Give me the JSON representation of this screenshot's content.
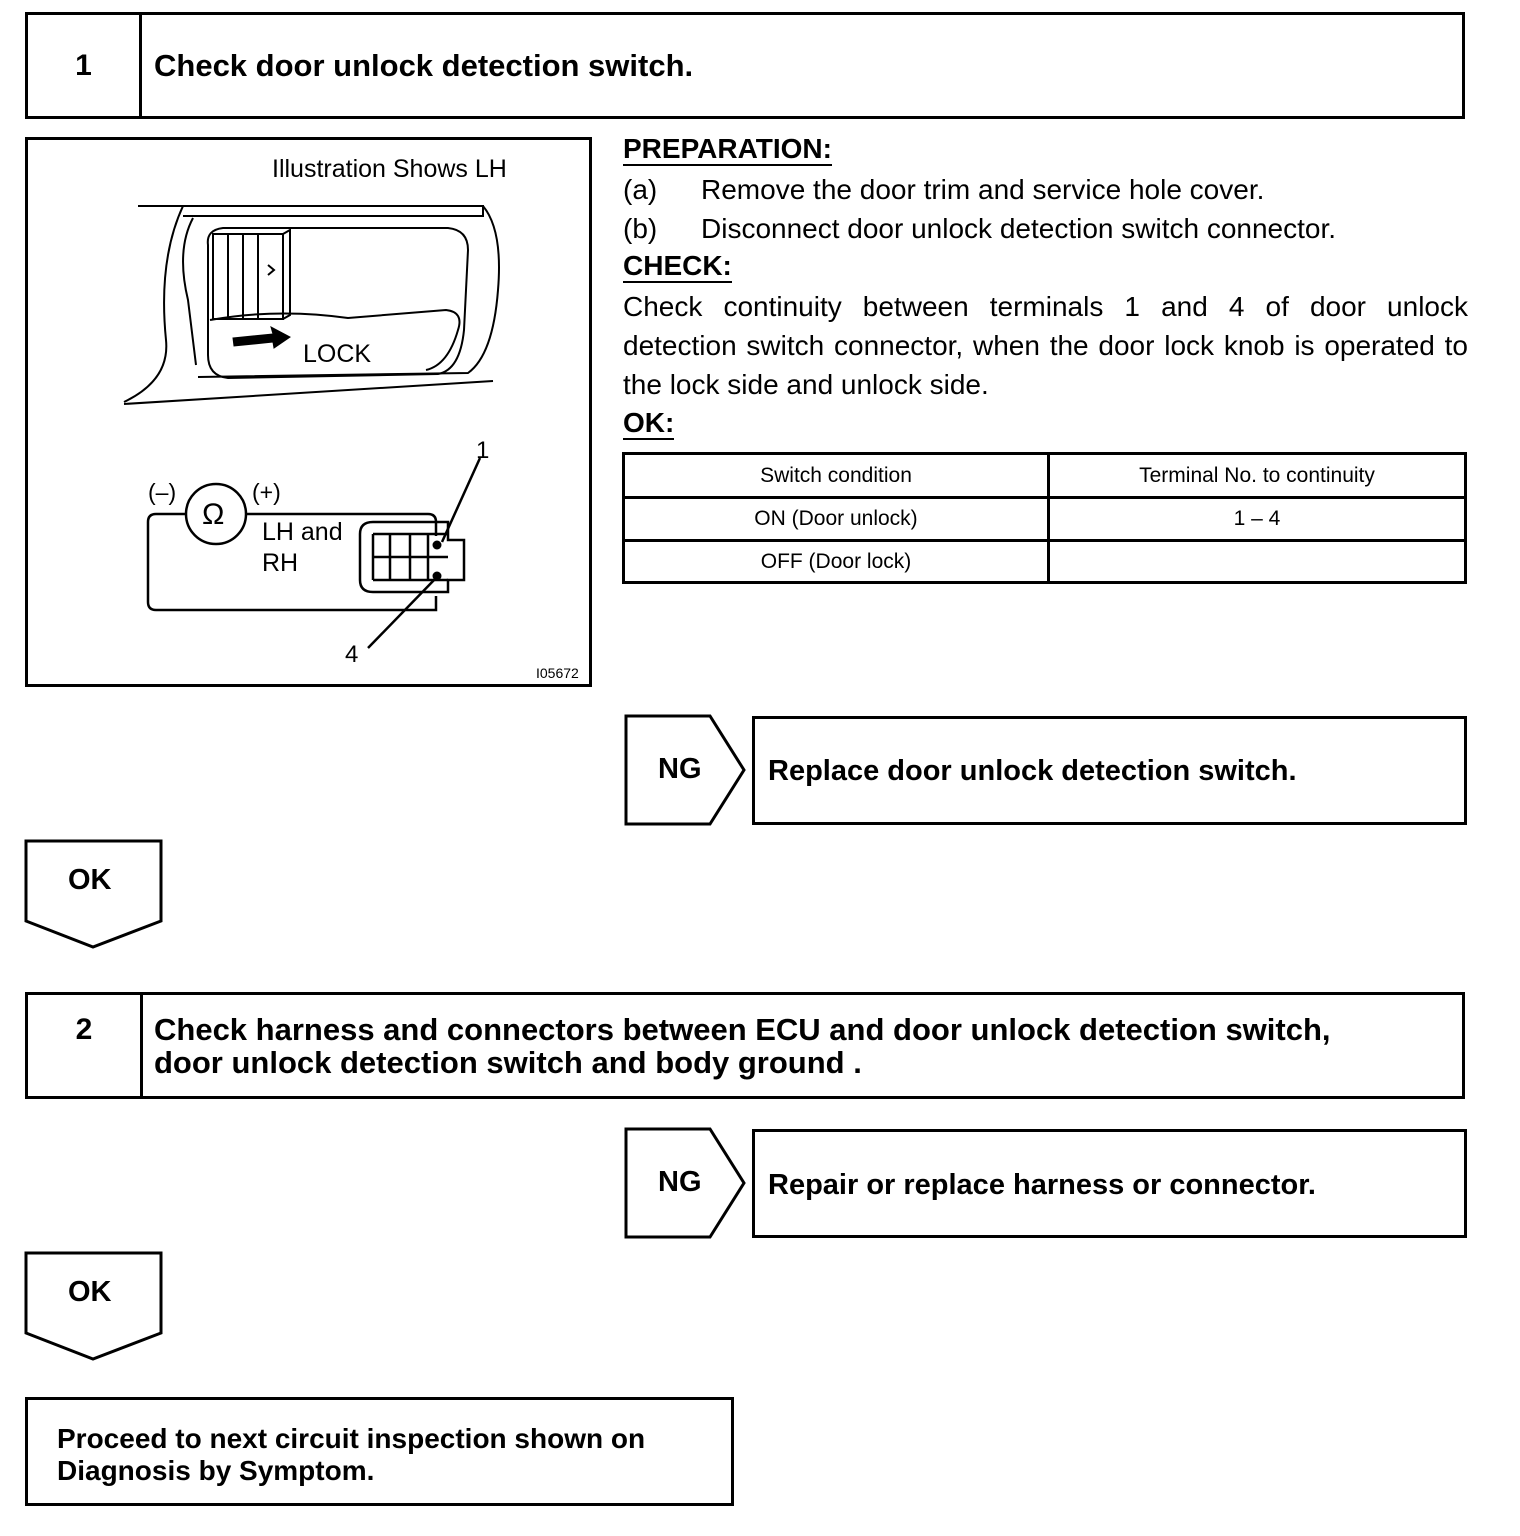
{
  "step1": {
    "number": "1",
    "title": "Check door unlock detection switch."
  },
  "figure": {
    "caption": "Illustration Shows LH",
    "lock_label": "LOCK",
    "minus_label": "(–)",
    "plus_label": "(+)",
    "ohm_symbol": "Ω",
    "side_label_line1": "LH and",
    "side_label_line2": "RH",
    "terminal_top": "1",
    "terminal_bottom": "4",
    "figure_id": "I05672"
  },
  "instructions": {
    "preparation_heading": "PREPARATION:",
    "prep_items": [
      {
        "label": "(a)",
        "text": "Remove the door trim and service hole cover."
      },
      {
        "label": "(b)",
        "text": "Disconnect door unlock detection switch connector."
      }
    ],
    "check_heading": "CHECK:",
    "check_text": "Check continuity between terminals 1 and 4 of door unlock detection switch connector, when the door lock knob is operated to the lock side and unlock side.",
    "ok_heading": "OK:"
  },
  "ok_table": {
    "headers": [
      "Switch condition",
      "Terminal No. to continuity"
    ],
    "rows": [
      [
        "ON (Door unlock)",
        "1 – 4"
      ],
      [
        "OFF (Door lock)",
        ""
      ]
    ]
  },
  "ng1": {
    "tag": "NG",
    "action": "Replace door unlock detection switch."
  },
  "ok1": {
    "tag": "OK"
  },
  "step2": {
    "number": "2",
    "title_line1": "Check harness and connectors between ECU and door unlock detection switch,",
    "title_line2": "door unlock detection switch and body ground ."
  },
  "ng2": {
    "tag": "NG",
    "action": "Repair or replace harness or connector."
  },
  "ok2": {
    "tag": "OK"
  },
  "final": {
    "line1": "Proceed to next circuit inspection shown on",
    "line2": "Diagnosis by Symptom."
  }
}
